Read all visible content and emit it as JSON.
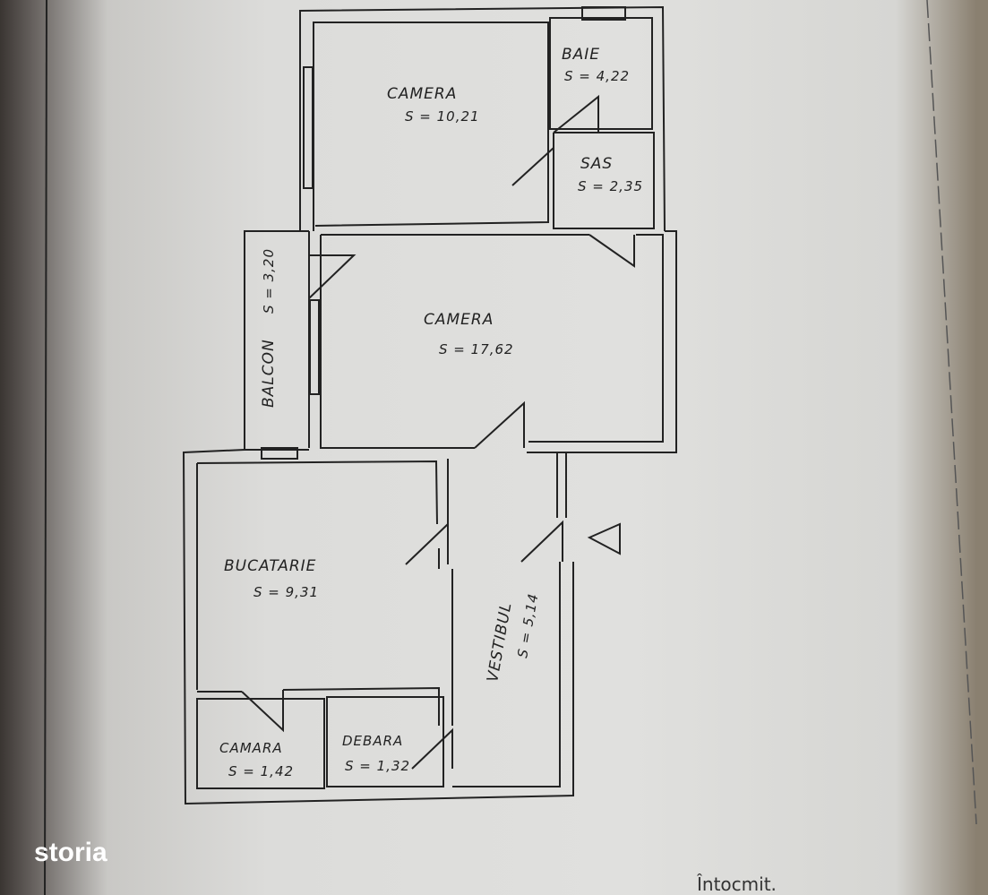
{
  "rooms": [
    {
      "name": "CAMERA",
      "area": "S = 10,21"
    },
    {
      "name": "BAIE",
      "area": "S = 4,22"
    },
    {
      "name": "SAS",
      "area": "S = 2,35"
    },
    {
      "name": "CAMERA",
      "area": "S = 17,62"
    },
    {
      "name": "BALCON",
      "area": "S = 3,20"
    },
    {
      "name": "BUCATARIE",
      "area": "S = 9,31"
    },
    {
      "name": "VESTIBUL",
      "area": "S = 5,14"
    },
    {
      "name": "CAMARA",
      "area": "S = 1,42"
    },
    {
      "name": "DEBARA",
      "area": "S = 1,32"
    }
  ],
  "footer_text": "Întocmit.",
  "watermark": "storia"
}
